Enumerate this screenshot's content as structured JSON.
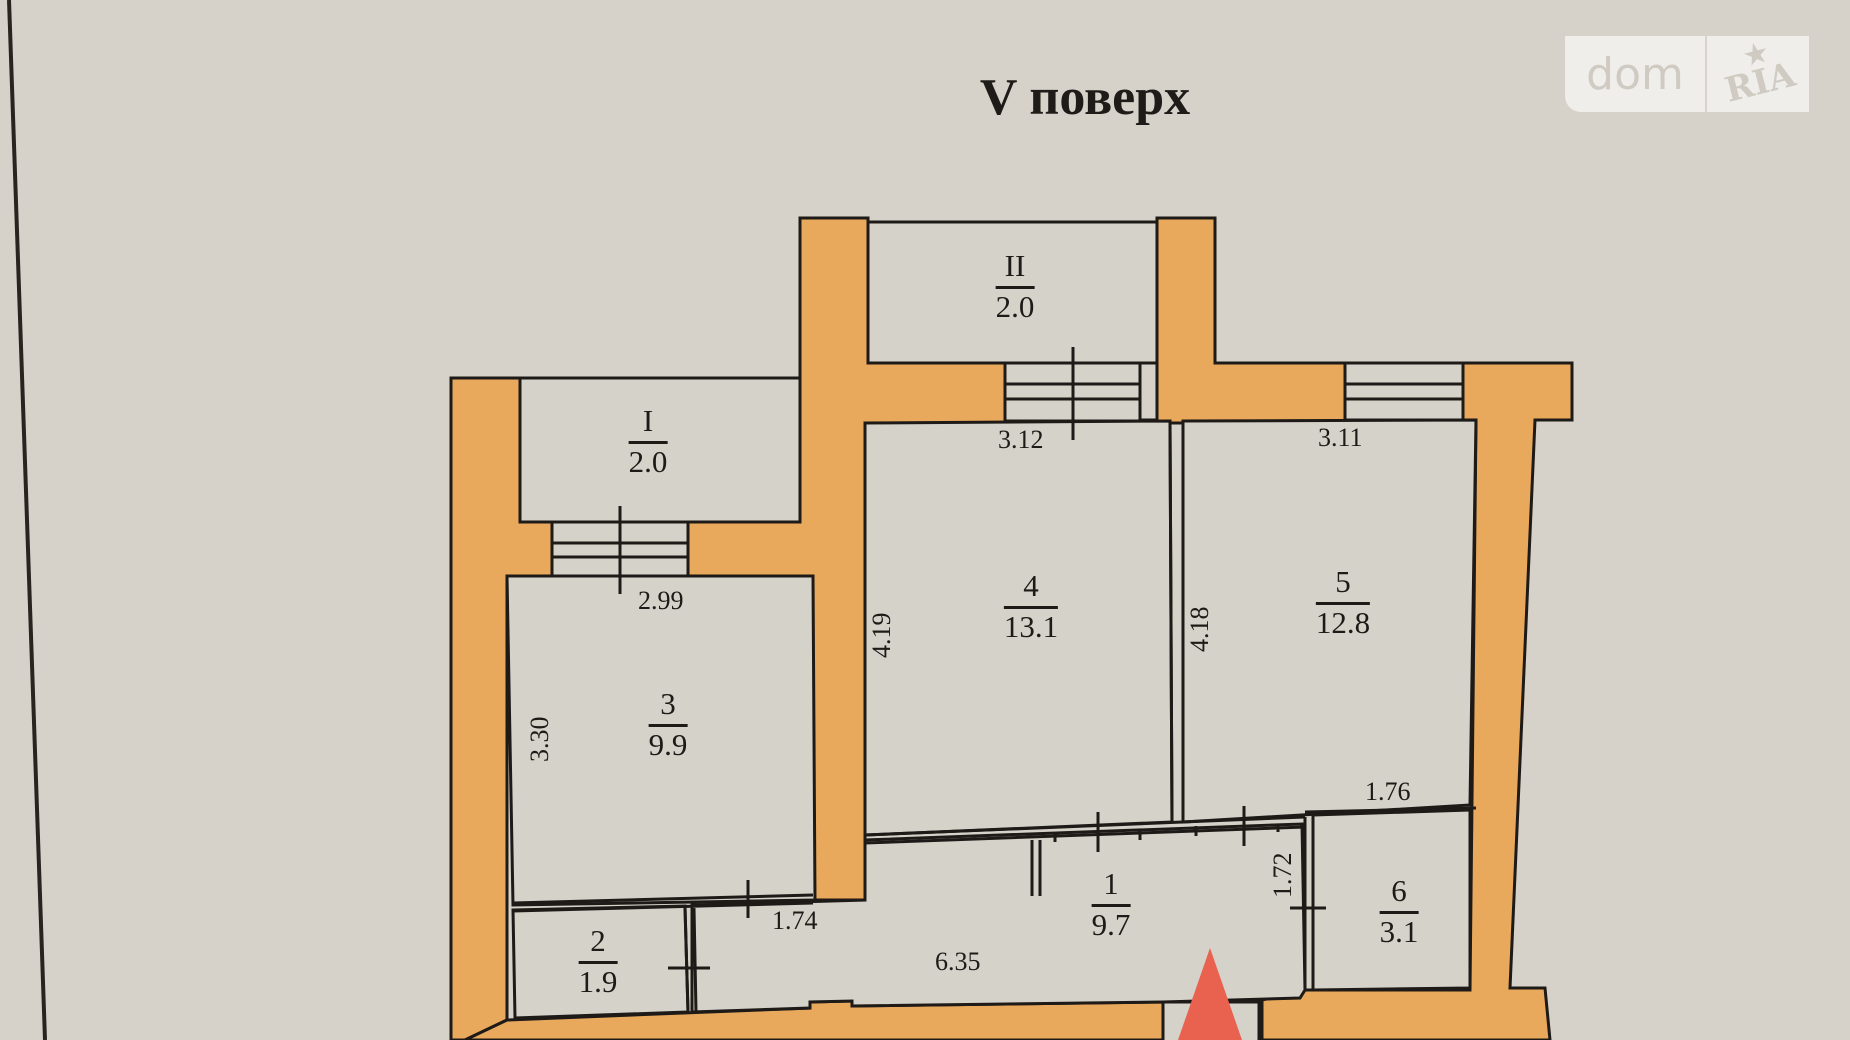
{
  "title": "V поверх",
  "logo": {
    "left_text": "dom",
    "right_text": "RIA",
    "star": "★"
  },
  "colors": {
    "background": "#d6d2c9",
    "room_fill": "#d5d2ca",
    "wall_fill": "#e8a95c",
    "line": "#1e1a17",
    "entrance_marker": "#e8624f"
  },
  "rooms": [
    {
      "id": "I",
      "area": "2.0",
      "type": "balcony"
    },
    {
      "id": "II",
      "area": "2.0",
      "type": "balcony"
    },
    {
      "id": "1",
      "area": "9.7"
    },
    {
      "id": "2",
      "area": "1.9"
    },
    {
      "id": "3",
      "area": "9.9"
    },
    {
      "id": "4",
      "area": "13.1"
    },
    {
      "id": "5",
      "area": "12.8"
    },
    {
      "id": "6",
      "area": "3.1"
    }
  ],
  "dimensions": {
    "room4_width": "3.12",
    "room5_width": "3.11",
    "room3_width": "2.99",
    "room3_height": "3.30",
    "room4_height": "4.19",
    "room5_height": "4.18",
    "room6_width": "1.76",
    "room6_height": "1.72",
    "room2_width": "1.74",
    "corridor_length": "6.35"
  }
}
